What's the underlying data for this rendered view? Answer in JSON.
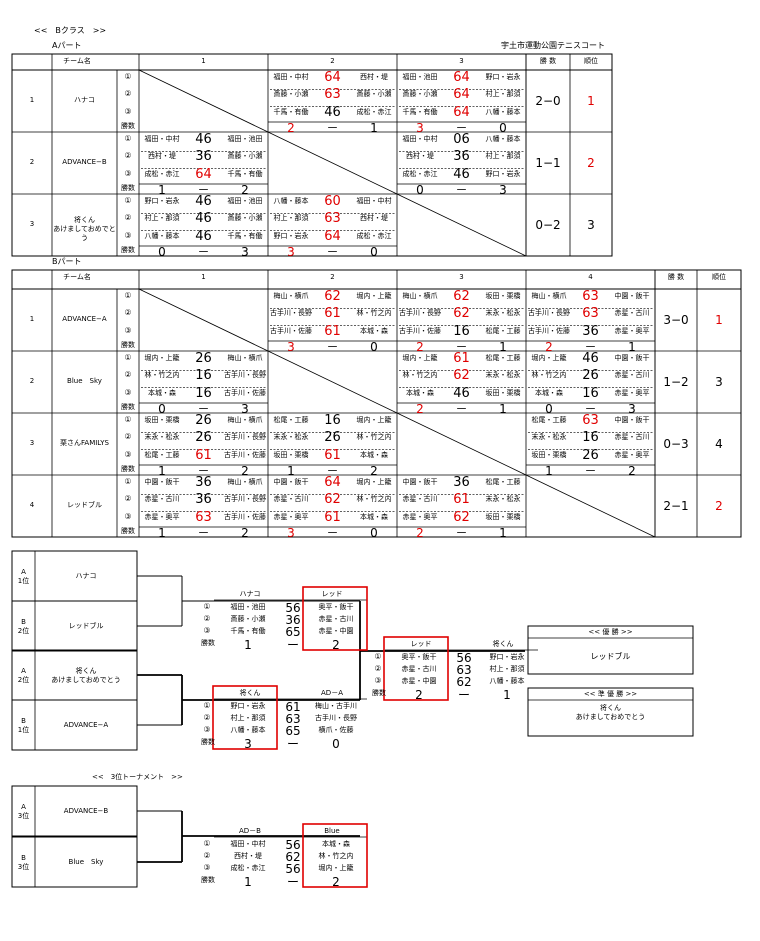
{
  "colors": {
    "accent_red": "#e00000",
    "line": "#000000"
  },
  "header": {
    "class_title": "<<　Bクラス　>>",
    "partA_title": "Aパート",
    "venue": "宇土市運動公園テニスコート",
    "partB_title": "Bパート"
  },
  "common": {
    "team_col": "チーム名",
    "wins_col": "勝 数",
    "wins_col_b": "勝 数",
    "rank_col": "順位",
    "match_labels": [
      "①",
      "②",
      "③"
    ],
    "shosu": "勝数",
    "dash": "－",
    "dash2": "ー"
  },
  "partA": {
    "col_nums": [
      "1",
      "2",
      "3"
    ],
    "rows": [
      {
        "no": "1",
        "team": "ハナコ",
        "record": "2−0",
        "rank": "1"
      },
      {
        "no": "2",
        "team": "ADVANCE−B",
        "record": "1−1",
        "rank": "2"
      },
      {
        "no": "3",
        "team": "将くん\nあけましておめでとう",
        "record": "0−2",
        "rank": "3"
      }
    ]
  },
  "partB": {
    "col_nums": [
      "1",
      "2",
      "3",
      "4"
    ],
    "rows": [
      {
        "no": "1",
        "team": "ADVANCE−A",
        "record": "3−0",
        "rank": "1"
      },
      {
        "no": "2",
        "team": "Blue　Sky",
        "record": "1−2",
        "rank": "3"
      },
      {
        "no": "3",
        "team": "栗さんFAMILYS",
        "record": "0−3",
        "rank": "4"
      },
      {
        "no": "4",
        "team": "レッドブル",
        "record": "2−1",
        "rank": "2"
      }
    ]
  },
  "cells": {
    "a12": {
      "l": [
        "福田・中村",
        "斎藤・小瀬",
        "千馬・有働"
      ],
      "s": [
        "64",
        "63",
        "46"
      ],
      "r": [
        "西村・堤",
        "斎藤・小瀬",
        "成松・赤江"
      ],
      "t": [
        "2",
        "－",
        "1"
      ]
    },
    "a13": {
      "l": [
        "福田・池田",
        "斎藤・小瀬",
        "千馬・有働"
      ],
      "s": [
        "64",
        "64",
        "64"
      ],
      "r": [
        "野口・岩永",
        "村上・那須",
        "八幡・藤本"
      ],
      "t": [
        "3",
        "－",
        "0"
      ]
    },
    "a21": {
      "l": [
        "福田・中村",
        "西村・堤",
        "成松・赤江"
      ],
      "s": [
        "46",
        "36",
        "64"
      ],
      "r": [
        "福田・池田",
        "斎藤・小瀬",
        "千馬・有働"
      ],
      "t": [
        "1",
        "－",
        "2"
      ]
    },
    "a23": {
      "l": [
        "福田・中村",
        "西村・堤",
        "成松・赤江"
      ],
      "s": [
        "06",
        "36",
        "46"
      ],
      "r": [
        "八幡・藤本",
        "村上・那須",
        "野口・岩永"
      ],
      "t": [
        "0",
        "－",
        "3"
      ]
    },
    "a31": {
      "l": [
        "野口・岩永",
        "村上・那須",
        "八幡・藤本"
      ],
      "s": [
        "46",
        "46",
        "46"
      ],
      "r": [
        "福田・池田",
        "斎藤・小瀬",
        "千馬・有働"
      ],
      "t": [
        "0",
        "－",
        "3"
      ]
    },
    "a32": {
      "l": [
        "八幡・藤本",
        "村上・那須",
        "野口・岩永"
      ],
      "s": [
        "60",
        "63",
        "64"
      ],
      "r": [
        "福田・中村",
        "西村・堤",
        "成松・赤江"
      ],
      "t": [
        "3",
        "－",
        "0"
      ]
    },
    "b12": {
      "l": [
        "梅山・横爪",
        "古手川・長野",
        "古手川・佐藤"
      ],
      "s": [
        "62",
        "61",
        "61"
      ],
      "r": [
        "堀内・上籠",
        "林・竹之内",
        "本城・森"
      ],
      "t": [
        "3",
        "－",
        "0"
      ]
    },
    "b13": {
      "l": [
        "梅山・横爪",
        "古手川・長野",
        "古手川・佐藤"
      ],
      "s": [
        "62",
        "62",
        "16"
      ],
      "r": [
        "坂田・栗橋",
        "末永・松永",
        "松尾・工藤"
      ],
      "t": [
        "2",
        "－",
        "1"
      ]
    },
    "b14": {
      "l": [
        "梅山・横爪",
        "古手川・長野",
        "古手川・佐藤"
      ],
      "s": [
        "63",
        "63",
        "36"
      ],
      "r": [
        "中園・飯干",
        "赤星・古川",
        "赤星・奥平"
      ],
      "t": [
        "2",
        "－",
        "1"
      ]
    },
    "b21": {
      "l": [
        "堀内・上籠",
        "林・竹之内",
        "本城・森"
      ],
      "s": [
        "26",
        "16",
        "16"
      ],
      "r": [
        "梅山・横爪",
        "古手川・長野",
        "古手川・佐藤"
      ],
      "t": [
        "0",
        "－",
        "3"
      ]
    },
    "b23": {
      "l": [
        "堀内・上籠",
        "林・竹之内",
        "本城・森"
      ],
      "s": [
        "61",
        "62",
        "46"
      ],
      "r": [
        "松尾・工藤",
        "末永・松永",
        "坂田・栗橋"
      ],
      "t": [
        "2",
        "－",
        "1"
      ]
    },
    "b24": {
      "l": [
        "堀内・上籠",
        "林・竹之内",
        "本城・森"
      ],
      "s": [
        "46",
        "26",
        "16"
      ],
      "r": [
        "中園・飯干",
        "赤星・古川",
        "赤星・奥平"
      ],
      "t": [
        "0",
        "－",
        "3"
      ]
    },
    "b31": {
      "l": [
        "坂田・栗橋",
        "末永・松永",
        "松尾・工藤"
      ],
      "s": [
        "26",
        "26",
        "61"
      ],
      "r": [
        "梅山・横爪",
        "古手川・長野",
        "古手川・佐藤"
      ],
      "t": [
        "1",
        "－",
        "2"
      ]
    },
    "b32": {
      "l": [
        "松尾・工藤",
        "末永・松永",
        "坂田・栗橋"
      ],
      "s": [
        "16",
        "26",
        "61"
      ],
      "r": [
        "堀内・上籠",
        "林・竹之内",
        "本城・森"
      ],
      "t": [
        "1",
        "－",
        "2"
      ]
    },
    "b34": {
      "l": [
        "松尾・工藤",
        "末永・松永",
        "坂田・栗橋"
      ],
      "s": [
        "63",
        "16",
        "26"
      ],
      "r": [
        "中園・飯干",
        "赤星・古川",
        "赤星・奥平"
      ],
      "t": [
        "1",
        "－",
        "2"
      ]
    },
    "b41": {
      "l": [
        "中園・飯干",
        "赤星・古川",
        "赤星・奥平"
      ],
      "s": [
        "36",
        "36",
        "63"
      ],
      "r": [
        "梅山・横爪",
        "古手川・長野",
        "古手川・佐藤"
      ],
      "t": [
        "1",
        "－",
        "2"
      ]
    },
    "b42": {
      "l": [
        "中園・飯干",
        "赤星・古川",
        "赤星・奥平"
      ],
      "s": [
        "64",
        "62",
        "61"
      ],
      "r": [
        "堀内・上籠",
        "林・竹之内",
        "本城・森"
      ],
      "t": [
        "3",
        "－",
        "0"
      ]
    },
    "b43": {
      "l": [
        "中園・飯干",
        "赤星・古川",
        "赤星・奥平"
      ],
      "s": [
        "36",
        "61",
        "62"
      ],
      "r": [
        "松尾・工藤",
        "末永・松永",
        "坂田・栗橋"
      ],
      "t": [
        "2",
        "－",
        "1"
      ]
    }
  },
  "tournament": {
    "seeds": [
      {
        "pos": "A\n1位",
        "team": "ハナコ"
      },
      {
        "pos": "B\n2位",
        "team": "レッドブル"
      },
      {
        "pos": "A\n2位",
        "team": "将くん\nあけましておめでとう"
      },
      {
        "pos": "B\n1位",
        "team": "ADVANCE−A"
      }
    ],
    "sf1": {
      "left_head": "ハナコ",
      "right_head": "レッド",
      "l": [
        "福田・池田",
        "斎藤・小瀬",
        "千馬・有働"
      ],
      "s": [
        "56",
        "36",
        "65"
      ],
      "r": [
        "奥平・飯干",
        "赤星・古川",
        "赤星・中園"
      ],
      "tl": "1",
      "tr": "2"
    },
    "sf2": {
      "left_head": "将くん",
      "right_head": "AD－A",
      "l": [
        "野口・岩永",
        "村上・那須",
        "八幡・藤本"
      ],
      "s": [
        "61",
        "63",
        "65"
      ],
      "r": [
        "梅山・古手川",
        "古手川・長野",
        "横爪・佐藤"
      ],
      "tl": "3",
      "tr": "0"
    },
    "final": {
      "left_head": "レッド",
      "right_head": "将くん",
      "l": [
        "奥平・飯干",
        "赤星・古川",
        "赤星・中園"
      ],
      "s": [
        "56",
        "63",
        "62"
      ],
      "r": [
        "野口・岩永",
        "村上・那須",
        "八幡・藤本"
      ],
      "tl": "2",
      "tr": "1"
    },
    "winner_label": "<< 優 勝 >>",
    "winner": "レッドブル",
    "runnerup_label": "<< 準 優 勝 >>",
    "runnerup": "将くん\nあけましておめでとう"
  },
  "third": {
    "title": "<<　3位トーナメント　>>",
    "seeds": [
      {
        "pos": "A\n3位",
        "team": "ADVANCE−B"
      },
      {
        "pos": "B\n3位",
        "team": "Blue　Sky"
      }
    ],
    "match": {
      "left_head": "AD－B",
      "right_head": "Blue",
      "l": [
        "福田・中村",
        "西村・堤",
        "成松・赤江"
      ],
      "s": [
        "56",
        "62",
        "56"
      ],
      "r": [
        "本城・森",
        "林・竹之内",
        "堀内・上籠"
      ],
      "tl": "1",
      "tr": "2"
    }
  }
}
